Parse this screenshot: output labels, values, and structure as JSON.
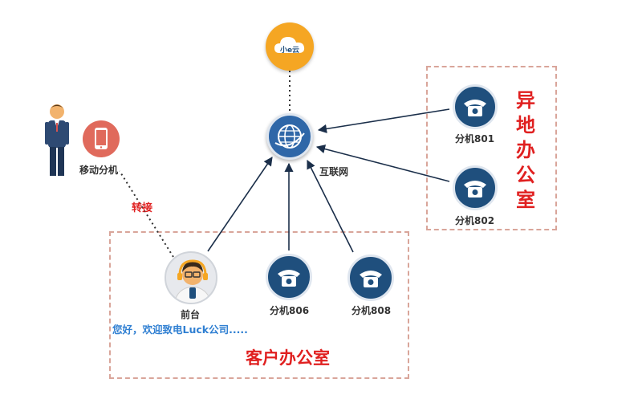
{
  "cloud": {
    "label": "小e云",
    "color": "#f5a623"
  },
  "internet": {
    "label": "互联网"
  },
  "mobile": {
    "label": "移动分机"
  },
  "transfer": {
    "label": "转接"
  },
  "front_desk": {
    "label": "前台",
    "greeting": "您好，欢迎致电Luck公司....."
  },
  "remote_office": {
    "label": "异地办公室",
    "extensions": [
      {
        "label": "分机801"
      },
      {
        "label": "分机802"
      }
    ]
  },
  "client_office": {
    "label": "客户办公室",
    "extensions": [
      {
        "label": "分机806"
      },
      {
        "label": "分机808"
      }
    ]
  },
  "colors": {
    "node": "#1f4f7d",
    "accent_red": "#e02020",
    "dash": "#d9a59a",
    "arrow": "#1b2f4a"
  }
}
